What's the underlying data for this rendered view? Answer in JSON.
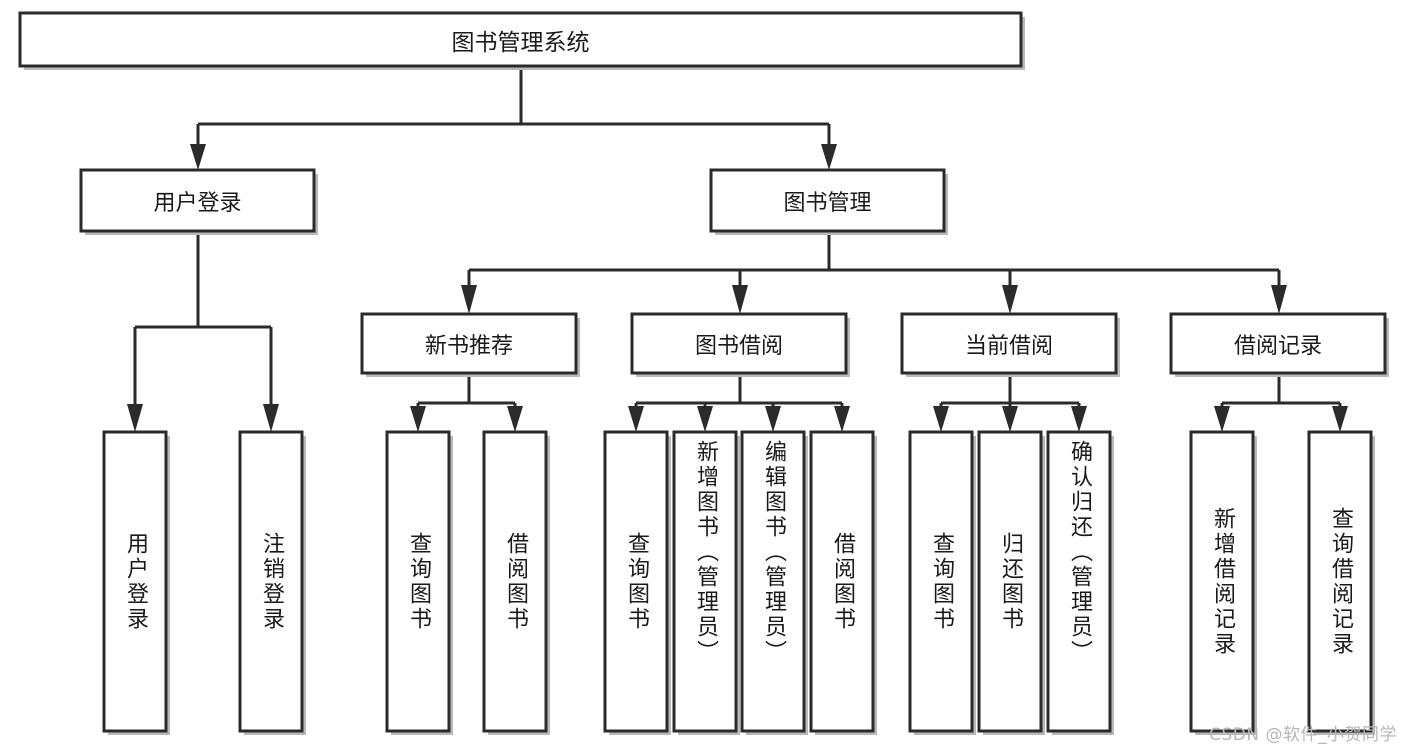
{
  "diagram": {
    "type": "tree",
    "title": "图书管理系统",
    "watermark": "CSDN @软件_小贺同学",
    "colors": {
      "box_fill": "#ffffff",
      "box_stroke": "#2b2b2b",
      "connector": "#2b2b2b",
      "text": "#1a1a1a",
      "watermark": "#b6b6b6",
      "background": "#ffffff"
    },
    "root": {
      "label": "图书管理系统"
    },
    "level2": [
      {
        "label": "用户登录"
      },
      {
        "label": "图书管理"
      }
    ],
    "level3": [
      {
        "label": "新书推荐"
      },
      {
        "label": "图书借阅"
      },
      {
        "label": "当前借阅"
      },
      {
        "label": "借阅记录"
      }
    ],
    "leaves": {
      "user_login": [
        {
          "label": "用户登录"
        },
        {
          "label": "注销登录"
        }
      ],
      "new_book": [
        {
          "label": "查询图书"
        },
        {
          "label": "借阅图书"
        }
      ],
      "book_borrow": [
        {
          "label": "查询图书"
        },
        {
          "label": "新增图书（管理员）"
        },
        {
          "label": "编辑图书（管理员）"
        },
        {
          "label": "借阅图书"
        }
      ],
      "current_borrow": [
        {
          "label": "查询图书"
        },
        {
          "label": "归还图书"
        },
        {
          "label": "确认归还（管理员）"
        }
      ],
      "borrow_record": [
        {
          "label": "新增借阅记录"
        },
        {
          "label": "查询借阅记录"
        }
      ]
    }
  }
}
